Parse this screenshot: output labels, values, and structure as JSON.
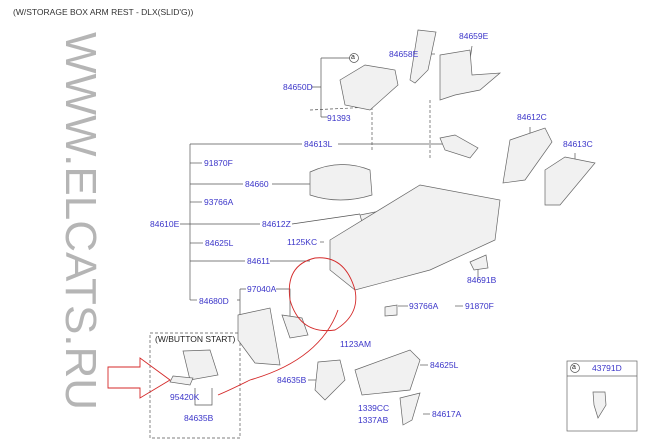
{
  "title": "(W/STORAGE BOX ARM REST - DLX(SLID'G))",
  "callout_marker": "a",
  "button_start_note": "(W/BUTTON START)",
  "watermark": "WWW.ELCATS.RU",
  "parts": {
    "p84650D": "84650D",
    "p84658E": "84658E",
    "p84659E": "84659E",
    "p91393": "91393",
    "p84613L": "84613L",
    "p84612C": "84612C",
    "p84613C": "84613C",
    "p91870F_a": "91870F",
    "p84660": "84660",
    "p93766A_a": "93766A",
    "p84610E": "84610E",
    "p84612Z": "84612Z",
    "p84625L_a": "84625L",
    "p1125KC": "1125KC",
    "p84611": "84611",
    "p97040A": "97040A",
    "p84680D": "84680D",
    "p84691B": "84691B",
    "p93766A_b": "93766A",
    "p91870F_b": "91870F",
    "p1123AM": "1123AM",
    "p84635B_a": "84635B",
    "p84625L_b": "84625L",
    "p95420K": "95420K",
    "p84635B_b": "84635B",
    "p1339CC": "1339CC",
    "p1337AB": "1337AB",
    "p84617A": "84617A",
    "p43791D": "43791D"
  },
  "colors": {
    "label": "#3b35c9",
    "annotation": "#d42a2a"
  }
}
